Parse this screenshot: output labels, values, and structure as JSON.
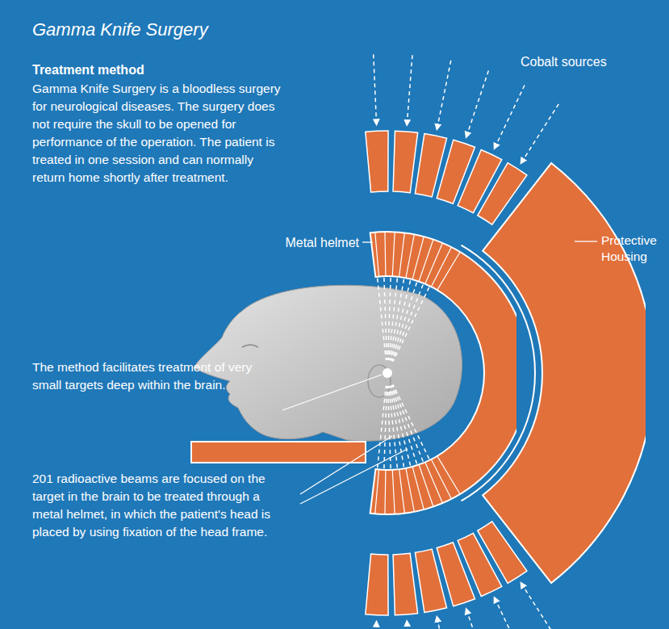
{
  "diagram": {
    "title": "Gamma Knife Surgery",
    "labels": [
      "Treatment method",
      "Gamma Knife Surgery is a bloodless surgery for neurological diseases. The surgery does not require the skull to be opened for performance of the operation. The patient is treated in one session and can normally return home shortly after treatment.",
      "Cobalt sources",
      "Metal helmet",
      "Protective Housing",
      "The method facilitates treatment of very small targets deep within the brain.",
      "201 radioactive beams are focused on the target in the brain to be treated through a metal helmet, in which the patient's head is placed by using fixation of the head frame."
    ]
  }
}
